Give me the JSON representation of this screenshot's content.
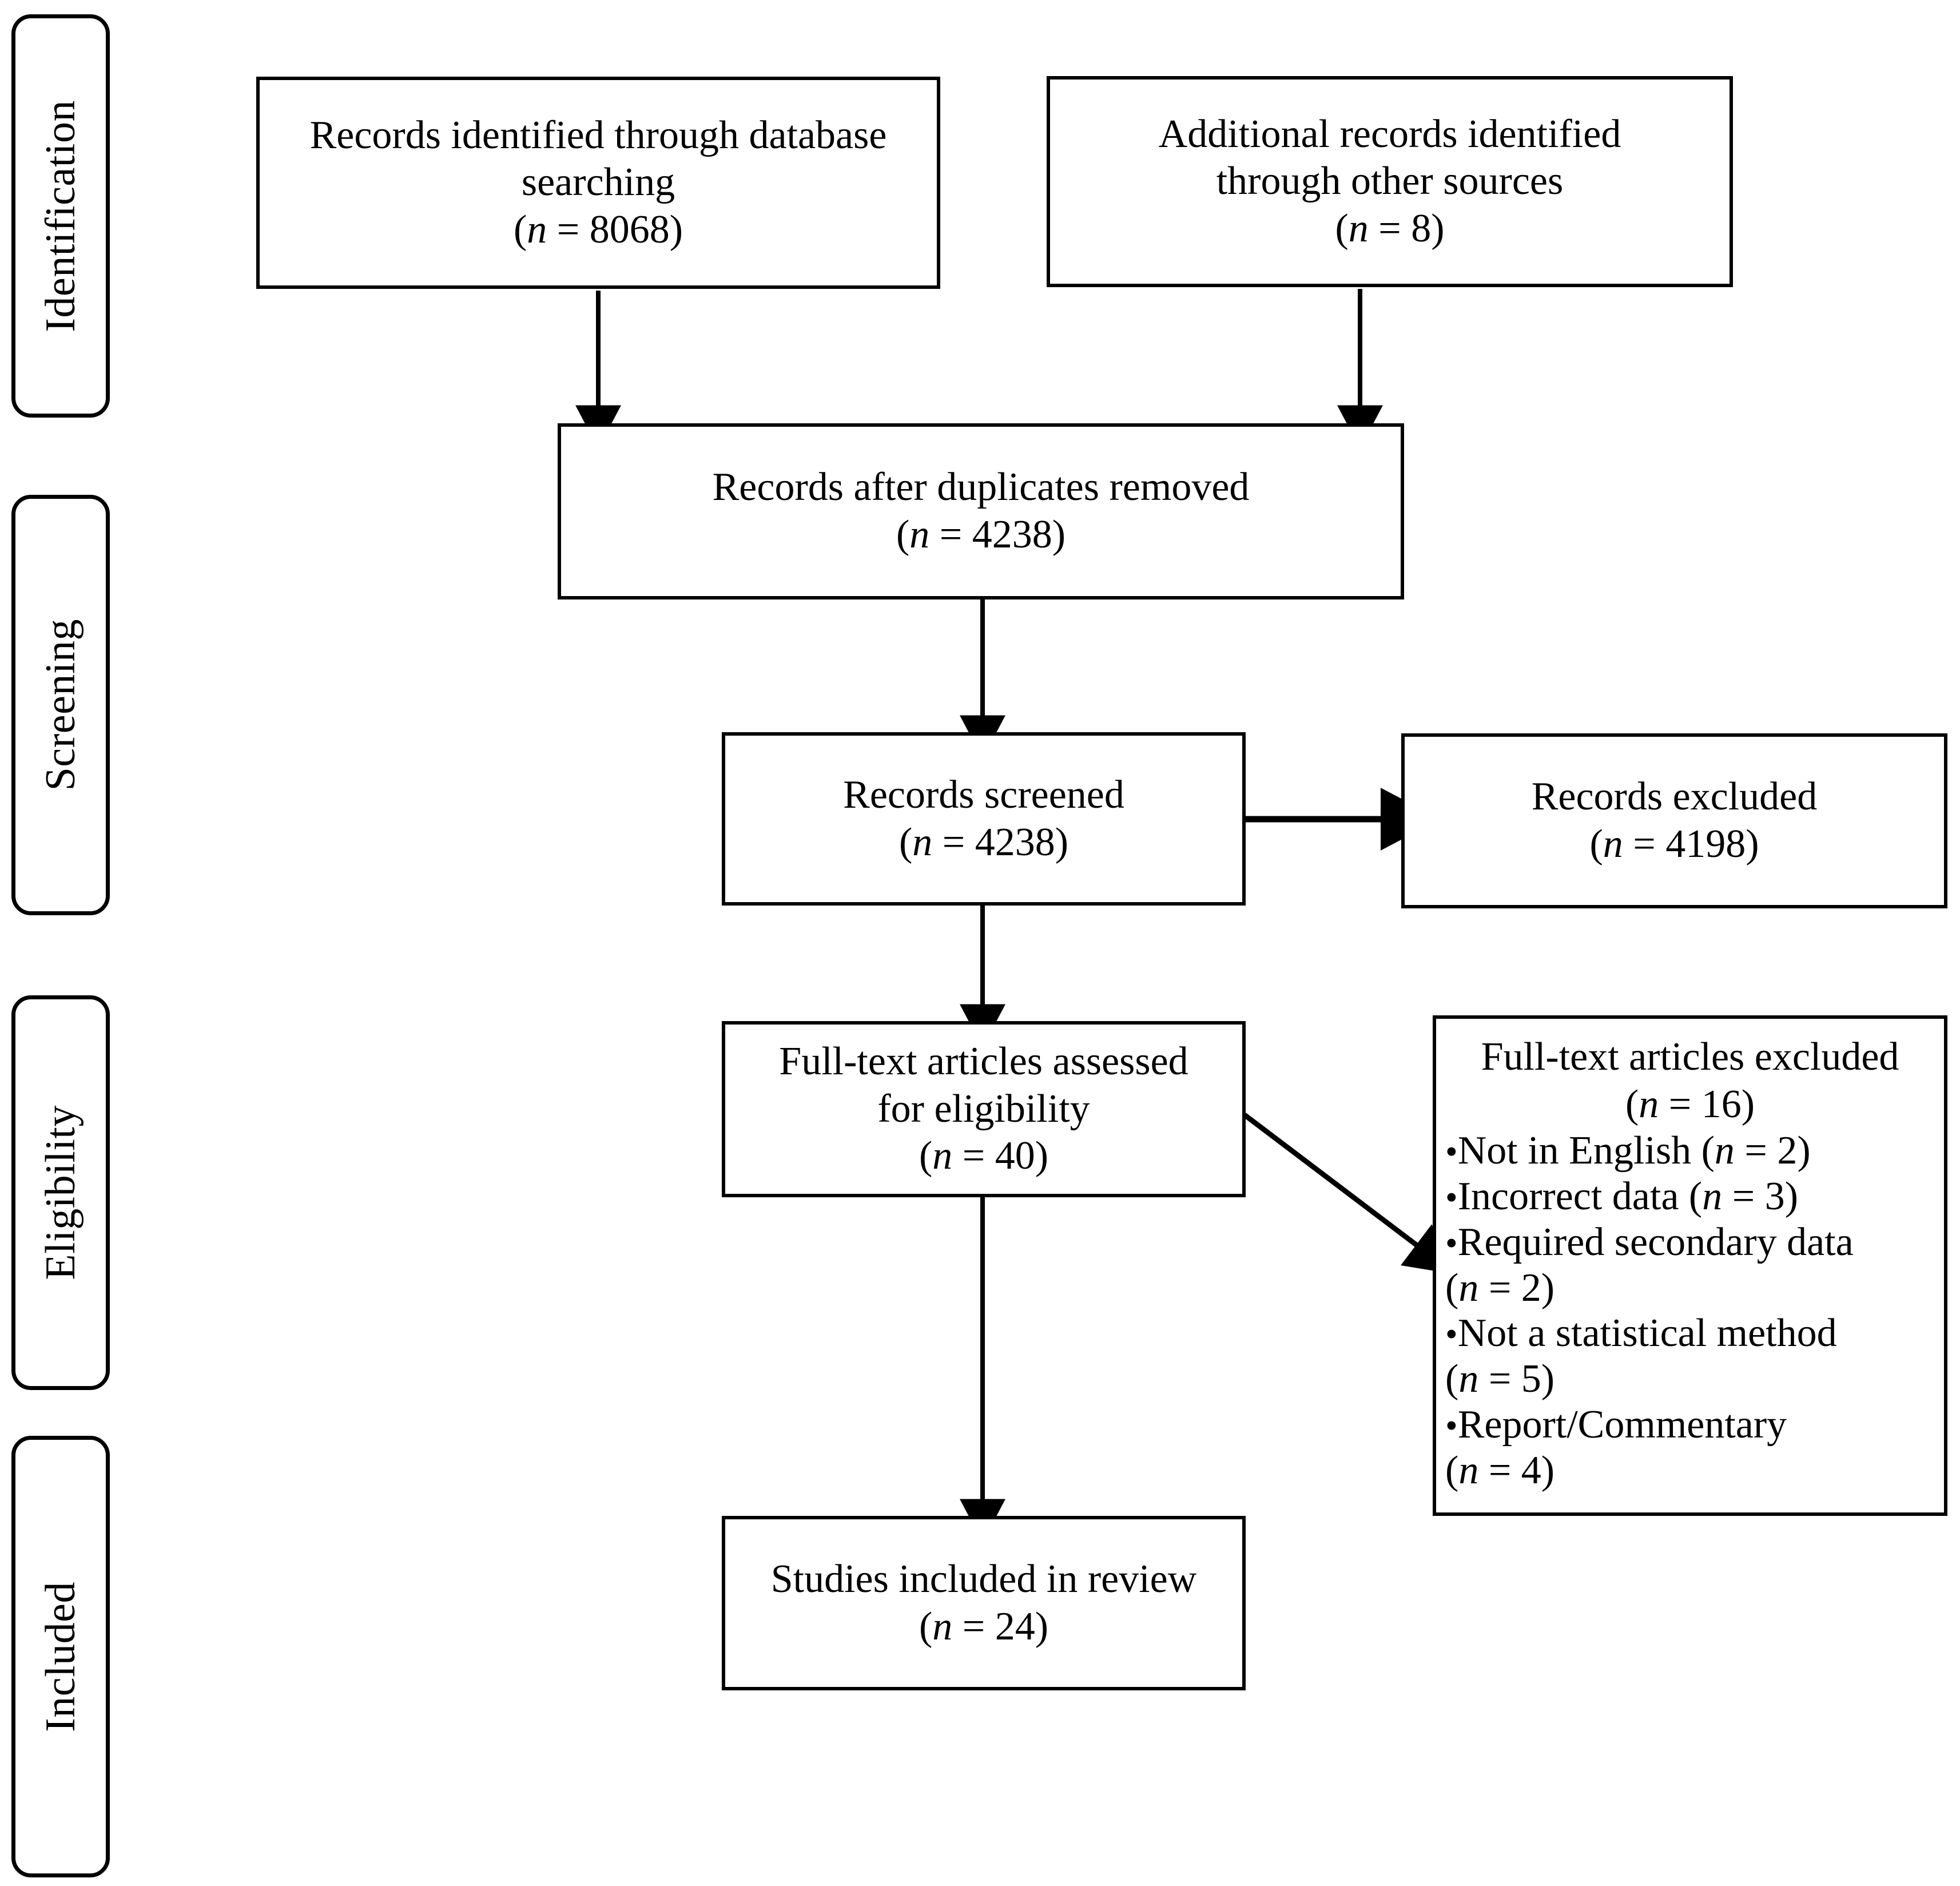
{
  "diagram": {
    "type": "prisma-flow-diagram",
    "stage_labels": [
      {
        "id": "identification",
        "text": "Identification"
      },
      {
        "id": "screening",
        "text": "Screening"
      },
      {
        "id": "eligibility",
        "text": "Eligibility"
      },
      {
        "id": "included",
        "text": "Included"
      }
    ],
    "boxes": {
      "db_search": {
        "line1": "Records identified through database",
        "line2": "searching",
        "count_prefix": "(",
        "count_n": "n",
        "count_eq": " = ",
        "count_value": "8068",
        "count_suffix": ")"
      },
      "other_sources": {
        "line1": "Additional records identified",
        "line2": "through other sources",
        "count_prefix": "(",
        "count_n": "n",
        "count_eq": " = ",
        "count_value": "8",
        "count_suffix": ")"
      },
      "after_duplicates": {
        "line1": "Records after duplicates removed",
        "count_prefix": "(",
        "count_n": "n",
        "count_eq": " = ",
        "count_value": "4238",
        "count_suffix": ")"
      },
      "records_screened": {
        "line1": "Records screened",
        "count_prefix": "(",
        "count_n": "n",
        "count_eq": " = ",
        "count_value": "4238",
        "count_suffix": ")"
      },
      "records_excluded": {
        "line1": "Records excluded",
        "count_prefix": "(",
        "count_n": "n",
        "count_eq": " = ",
        "count_value": "4198",
        "count_suffix": ")"
      },
      "fulltext_assessed": {
        "line1": "Full-text articles assessed",
        "line2": "for eligibility",
        "count_prefix": "(",
        "count_n": "n",
        "count_eq": " = ",
        "count_value": "40",
        "count_suffix": ")"
      },
      "fulltext_excluded": {
        "line1": "Full-text articles excluded",
        "count_prefix": "(",
        "count_n": "n",
        "count_eq": " = ",
        "count_value": "16",
        "count_suffix": ")",
        "bullet": "•",
        "reasons": [
          {
            "label": "Not in English ",
            "open": "(",
            "n": "n",
            "eq": " = ",
            "value": "2",
            "close": ")",
            "wrap": false
          },
          {
            "label": "Incorrect data ",
            "open": "(",
            "n": "n",
            "eq": " = ",
            "value": "3",
            "close": ")",
            "wrap": false
          },
          {
            "label": "Required secondary data",
            "open": "(",
            "n": "n",
            "eq": " = ",
            "value": "2",
            "close": ")",
            "wrap": true
          },
          {
            "label": "Not a statistical method",
            "open": "(",
            "n": "n",
            "eq": " = ",
            "value": "5",
            "close": ")",
            "wrap": true
          },
          {
            "label": "Report/Commentary",
            "open": "(",
            "n": "n",
            "eq": " = ",
            "value": "4",
            "close": ")",
            "wrap": true
          }
        ]
      },
      "studies_included": {
        "line1": "Studies included in review",
        "count_prefix": "(",
        "count_n": "n",
        "count_eq": " = ",
        "count_value": "24",
        "count_suffix": ")"
      }
    },
    "colors": {
      "stroke": "#000000",
      "fill": "#ffffff",
      "text": "#000000"
    }
  }
}
